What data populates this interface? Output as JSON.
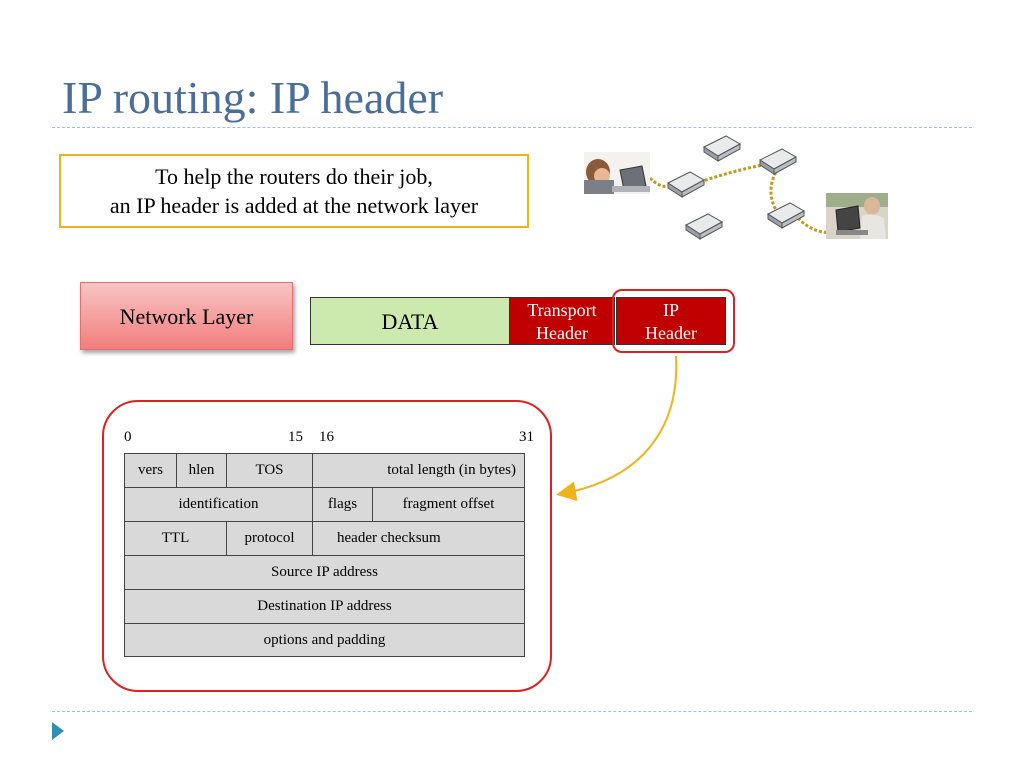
{
  "title": "IP routing: IP header",
  "callout": {
    "line1": "To help the routers do their job,",
    "line2": "an IP header is added at the network layer"
  },
  "network_layer_label": "Network Layer",
  "packet": {
    "data": "DATA",
    "transport_line1": "Transport",
    "transport_line2": "Header",
    "ip_line1": "IP",
    "ip_line2": "Header"
  },
  "bit_positions": {
    "start": "0",
    "mid_end": "15",
    "mid_start": "16",
    "end": "31"
  },
  "header_fields": {
    "vers": "vers",
    "hlen": "hlen",
    "tos": "TOS",
    "total_length": "total length (in bytes)",
    "identification": "identification",
    "flags": "flags",
    "fragment_offset": "fragment offset",
    "ttl": "TTL",
    "protocol": "protocol",
    "header_checksum": "header checksum",
    "source_ip": "Source IP address",
    "destination_ip": "Destination IP address",
    "options": "options and padding"
  },
  "colors": {
    "title": "#4a6d9a",
    "callout_border": "#f0b31c",
    "data_fill": "#cdeaae",
    "header_fill": "#c00000",
    "ring": "#e02020",
    "field_fill": "#d9d9d9"
  }
}
